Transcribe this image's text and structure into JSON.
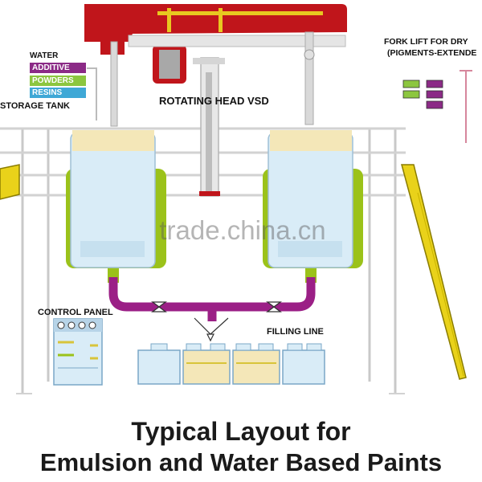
{
  "labels": {
    "water": "WATER",
    "additive": "ADDITIVE",
    "powders": "POWDERS",
    "resins": "RESINS",
    "storage_tank": "STORAGE TANK",
    "rotating_head": "ROTATING HEAD VSD",
    "forklift_line1": "FORK LIFT FOR DRY",
    "forklift_line2": "(PIGMENTS-EXTENDE",
    "control_panel": "CONTROL PANEL",
    "filling_line": "FILLING LINE"
  },
  "caption": {
    "line1": "Typical Layout for",
    "line2": "Emulsion and Water Based Paints"
  },
  "watermark": "trade.china.cn",
  "colors": {
    "head_red": "#c0151b",
    "pipe_purple": "#9b1f86",
    "frame_green": "#9bc21a",
    "tank_blue": "#d9ecf7",
    "tank_top": "#f4e7b8",
    "rail_yellow": "#e9d21a",
    "additive_purple": "#8b2a86",
    "powders_green": "#8cc63f",
    "resins_blue": "#3fa8d6"
  }
}
